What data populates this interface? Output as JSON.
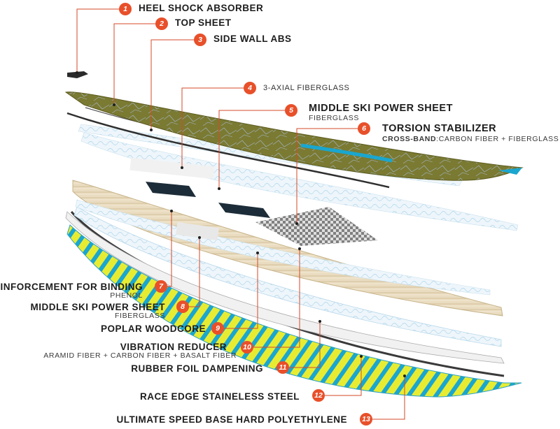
{
  "diagram": {
    "accent_color": "#e8502a",
    "layers": [
      {
        "number": "1",
        "title": "HEEL SHOCK ABSORBER",
        "subtitle": ""
      },
      {
        "number": "2",
        "title": "TOP SHEET",
        "subtitle": ""
      },
      {
        "number": "3",
        "title": "SIDE WALL ABS",
        "subtitle": ""
      },
      {
        "number": "4",
        "title": "3-AXIAL FIBERGLASS",
        "subtitle": ""
      },
      {
        "number": "5",
        "title": "MIDDLE SKI POWER SHEET",
        "subtitle": "FIBERGLASS"
      },
      {
        "number": "6",
        "title": "TORSION STABILIZER",
        "subtitle_bold": "CROSS-BAND",
        "subtitle": ":CARBON FIBER + FIBERGLASS"
      },
      {
        "number": "7",
        "title": "REINFORCEMENT FOR BINDING",
        "subtitle": "PHENOL"
      },
      {
        "number": "8",
        "title": "MIDDLE SKI POWER SHEET",
        "subtitle": "FIBERGLASS"
      },
      {
        "number": "9",
        "title": "POPLAR WOODCORE",
        "subtitle": ""
      },
      {
        "number": "10",
        "title": "VIBRATION REDUCER",
        "subtitle": "ARAMID FIBER + CARBON FIBER + BASALT FIBER"
      },
      {
        "number": "11",
        "title": "RUBBER  FOIL DAMPENING",
        "subtitle": ""
      },
      {
        "number": "12",
        "title": "RACE EDGE STAINELESS STEEL",
        "subtitle": ""
      },
      {
        "number": "13",
        "title": "ULTIMATE SPEED BASE HARD POLYETHYLENE",
        "subtitle": ""
      }
    ]
  }
}
